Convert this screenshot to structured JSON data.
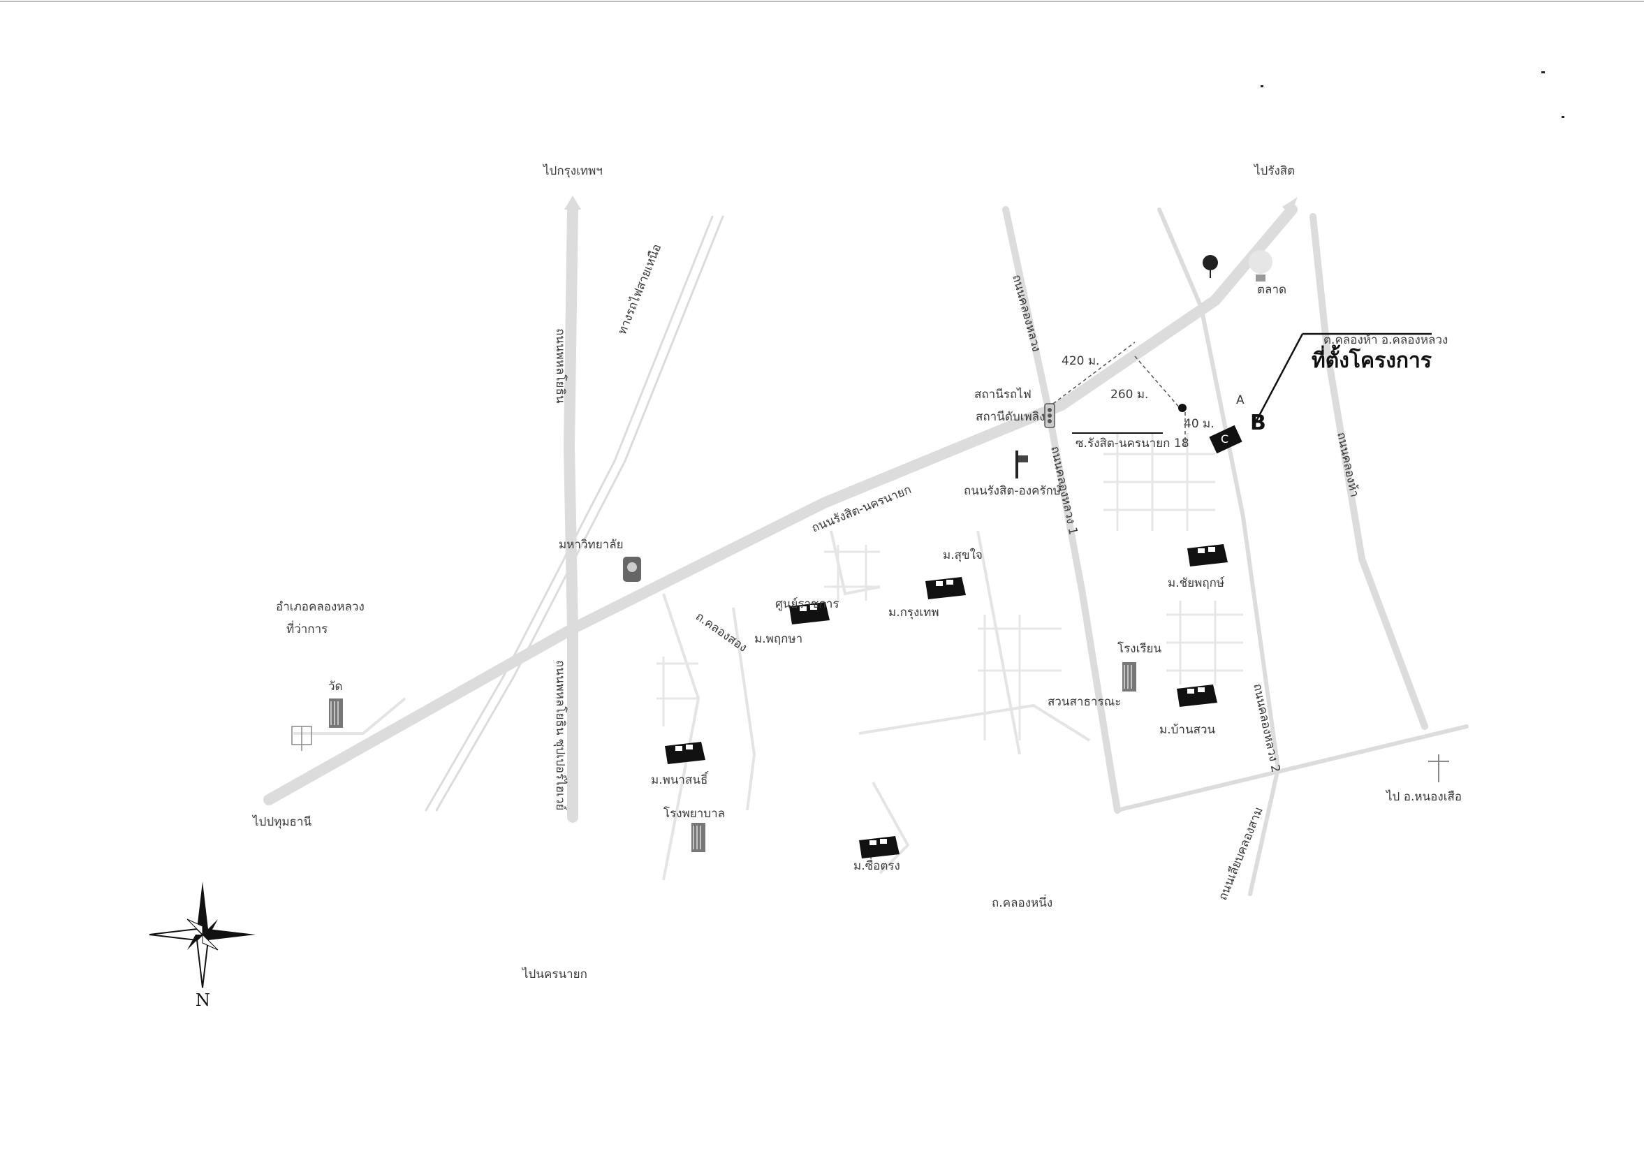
{
  "map": {
    "title": "ที่ตั้งโครงการ",
    "subtitle": "ต.คลองห้า อ.คลองหลวง",
    "north_letter": "N",
    "site_markers": [
      "A",
      "B",
      "C"
    ],
    "distances": [
      "420 ม.",
      "260 ม.",
      "40 ม."
    ],
    "directions": {
      "to_rangsit": "ไปรังสิต",
      "to_bangkok": "ไปกรุงเทพฯ",
      "to_pathum": "ไปปทุมธานี",
      "to_pathumthani_city": "ไป อ.หนองเสือ",
      "to_nakhon_nayok": "ไปนครนายก"
    },
    "roads": {
      "main_road": "ถนนรังสิต-นครนายก",
      "phahon": "ถนนพหลโยธิน",
      "phahon_super": "ถนนพหลโยธิน ซุปเปอร์ไฮเวย์",
      "khlong_luang": "ถนนคลองหลวง",
      "khlong_luang_1": "ถนนคลองหลวง 1",
      "khlong_luang_2": "ถนนคลองหลวง 2",
      "railway": "ทางรถไฟสายเหนือ",
      "klong5": "ถนนคลองห้า",
      "soi18": "ซ.รังสิต-นครนายก 18",
      "klong_sam": "ถนนเลียบคลองสาม",
      "kh1": "ถ.คลองหนึ่ง",
      "kh2": "ถ.คลองสอง",
      "kh_ram": "ถนนรังสิต-องครักษ์"
    },
    "places": {
      "market": "ตลาด",
      "fire_station": "สถานีดับเพลิง",
      "temple": "วัด",
      "school": "โรงเรียน",
      "hospital": "โรงพยาบาล",
      "university": "มหาวิทยาลัย",
      "village_1": "ม.พฤกษา",
      "village_2": "ม.กรุงเทพ",
      "village_3": "ม.สุขใจ",
      "village_4": "ม.ชัยพฤกษ์",
      "village_5": "ม.บ้านสวน",
      "village_6": "ม.พนาสนธิ์",
      "village_7": "ม.ซื่อตรง",
      "gov_1": "ที่ว่าการ",
      "gov_2": "อำเภอคลองหลวง",
      "gov_3": "ศูนย์ราชการ",
      "park": "สวนสาธารณะ",
      "station": "สถานีรถไฟ"
    }
  }
}
